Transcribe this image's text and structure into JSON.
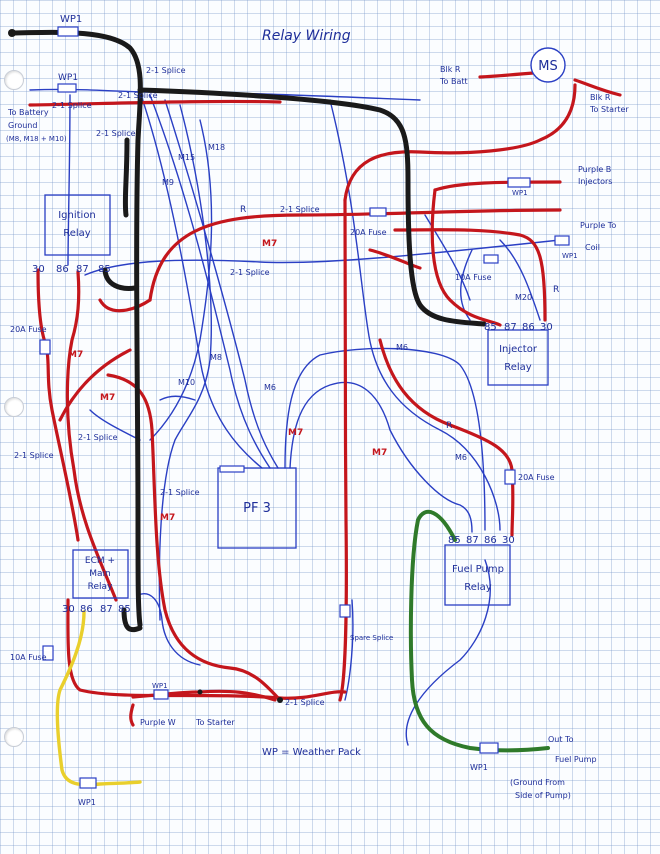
{
  "title": "Relay Wiring",
  "legend_note": "WP = Weather Pack",
  "components": {
    "ignition_relay": {
      "label_line1": "Ignition",
      "label_line2": "Relay",
      "pins": [
        "30",
        "86",
        "87",
        "85"
      ]
    },
    "injector_relay": {
      "label_line1": "Injector",
      "label_line2": "Relay",
      "pins": [
        "85",
        "87",
        "86",
        "30"
      ]
    },
    "fuel_pump_relay": {
      "label_line1": "Fuel Pump",
      "label_line2": "Relay",
      "pins": [
        "85",
        "87",
        "86",
        "30"
      ]
    },
    "ecm_relay": {
      "label_line1": "ECM +",
      "label_line2": "Main",
      "label_line3": "Relay",
      "pins": [
        "30",
        "86",
        "87",
        "85"
      ]
    },
    "pf3": {
      "label": "PF 3"
    },
    "ms": {
      "label": "MS"
    }
  },
  "labels": {
    "wp1": "WP1",
    "splice_21": "2-1 Splice",
    "to_batt_ground_l1": "To Battery",
    "to_batt_ground_l2": "Ground",
    "to_batt_ground_l3": "(M8, M18 + M10)",
    "blk_r_to_batt_l1": "Blk R",
    "blk_r_to_batt_l2": "To Batt",
    "blk_r_to_starter_l1": "Blk R",
    "blk_r_to_starter_l2": "To Starter",
    "purple_b_l1": "Purple B",
    "purple_b_l2": "Injectors",
    "purple_to_coil_l1": "Purple To",
    "purple_to_coil_l2": "Coil",
    "fuse_20a": "20A Fuse",
    "fuse_10a": "10A Fuse",
    "m_ten": "M10",
    "m_eighteen": "M18",
    "m_eight": "M8",
    "m_fifteen": "M15",
    "m_nine": "M9",
    "m_six": "M6",
    "m_seven": "M7",
    "m_twenty": "M20",
    "r": "R",
    "purple_w_l1": "Purple W",
    "purple_w_l2": "To Starter",
    "out_to_fuel_l1": "Out To",
    "out_to_fuel_l2": "Fuel Pump",
    "ground_from_l1": "(Ground From",
    "ground_from_l2": "Side of Pump)",
    "spare_splice": "Spare Splice"
  }
}
